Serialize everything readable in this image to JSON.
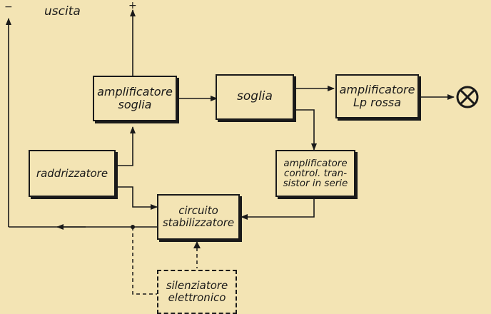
{
  "labels": {
    "output": "uscita",
    "minus": "−",
    "plus": "+"
  },
  "blocks": {
    "amp_soglia": [
      "amplificatore",
      "soglia"
    ],
    "soglia": [
      "soglia"
    ],
    "amp_lp": [
      "amplificatore",
      "Lp rossa"
    ],
    "raddrizzatore": [
      "raddrizzatore"
    ],
    "amp_control": [
      "amplificatore",
      "control. tran-",
      "sistor in serie"
    ],
    "circuito": [
      "circuito",
      "stabilizzatore"
    ],
    "silenziatore": [
      "silenziatore",
      "elettronico"
    ]
  }
}
